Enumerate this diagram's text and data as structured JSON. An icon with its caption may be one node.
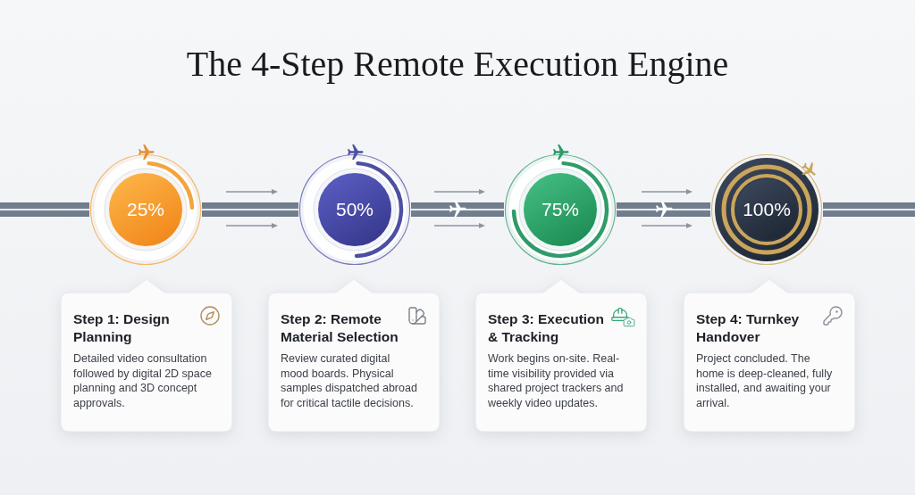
{
  "diagram": {
    "title": "The 4-Step Remote Execution Engine",
    "nodes": [
      {
        "text": [
          "25%"
        ]
      },
      {
        "text": [
          "50%"
        ]
      },
      {
        "text": [
          "75%"
        ]
      },
      {
        "text": [
          "100%"
        ]
      },
      {
        "text": [
          "Step 1: Design Planning",
          "Detailed video consultation followed by digital 2D space planning and 3D concept approvals."
        ]
      },
      {
        "text": [
          "Step 2: Remote Material Selection",
          "Review curated digital mood boards. Physical samples dispatched abroad for critical tactile decisions."
        ]
      },
      {
        "text": [
          "Step 3: Execution & Tracking",
          "Work begins on-site. Real-time visibility provided via shared project trackers and weekly video updates."
        ]
      },
      {
        "text": [
          "Step 4: Turnkey Handover",
          "Project concluded. The home is deep-cleaned, fully installed, and awaiting your arrival."
        ]
      }
    ],
    "edges": [
      {
        "from": null,
        "to": 0,
        "arrow": "none",
        "style": "thick"
      },
      {
        "from": 0,
        "to": 1,
        "arrow": "none",
        "style": "thick"
      },
      {
        "from": 1,
        "to": 2,
        "arrow": "none",
        "style": "thick"
      },
      {
        "from": 2,
        "to": 3,
        "arrow": "none",
        "style": "thick"
      },
      {
        "from": 3,
        "to": null,
        "arrow": "none",
        "style": "thick"
      }
    ]
  }
}
